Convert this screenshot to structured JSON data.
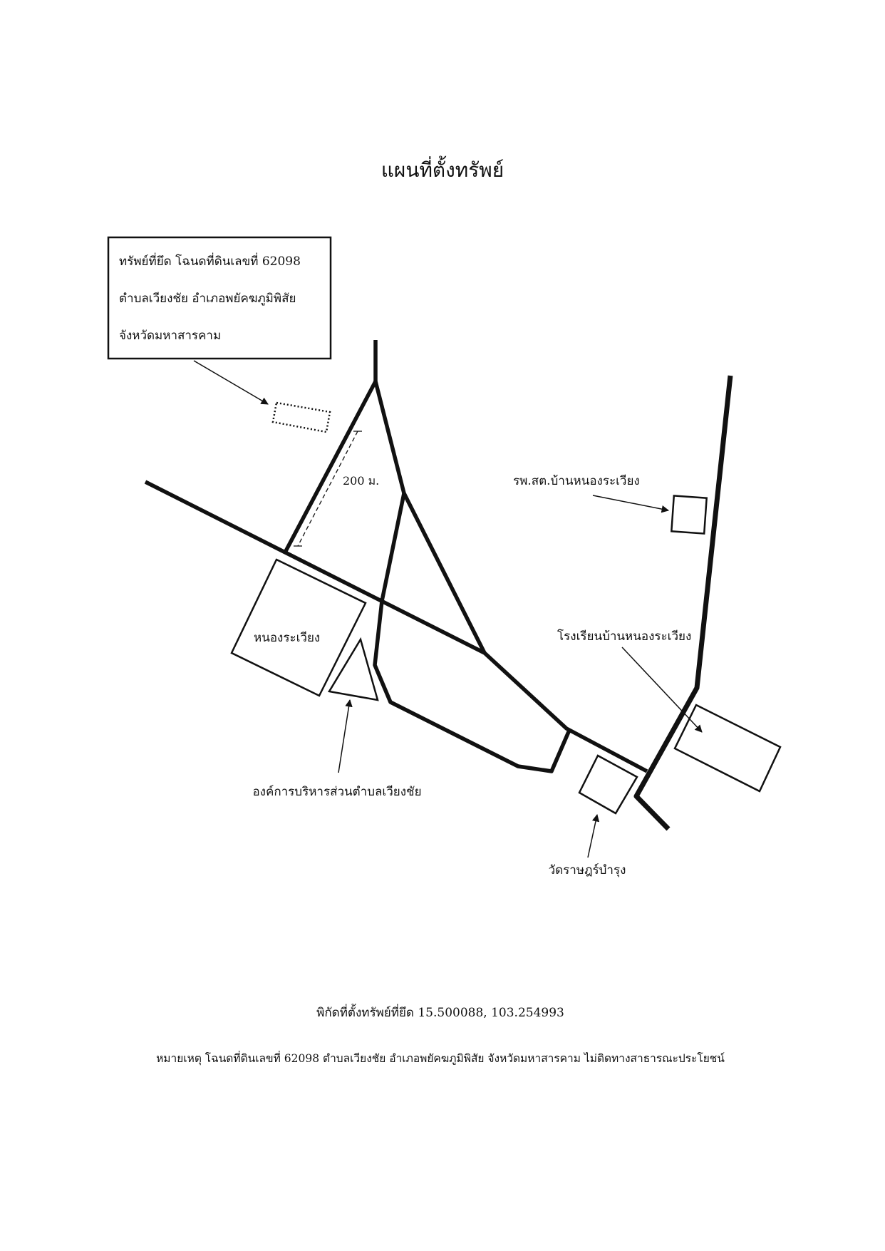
{
  "title": "แผนที่ตั้งทรัพย์",
  "property_box": {
    "line1": "ทรัพย์ที่ยึด  โฉนดที่ดินเลขที่ 62098",
    "line2": "ตำบลเวียงชัย อำเภอพยัคฆภูมิพิสัย",
    "line3": "จังหวัดมหาสารคาม"
  },
  "labels": {
    "distance": "200 ม.",
    "health_center": "รพ.สต.บ้านหนองระเวียง",
    "pond": "หนองระเวียง",
    "school": "โรงเรียนบ้านหนองระเวียง",
    "tao": "องค์การบริหารส่วนตำบลเวียงชัย",
    "temple": "วัดราษฎร์บำรุง"
  },
  "coordinates_text": "พิกัดที่ตั้งทรัพย์ที่ยึด 15.500088, 103.254993",
  "remark": "หมายเหตุ โฉนดที่ดินเลขที่ 62098 ตำบลเวียงชัย อำเภอพยัคฆภูมิพิสัย จังหวัดมหาสารคาม ไม่ติดทางสาธารณะประโยชน์",
  "colors": {
    "ink": "#111111",
    "background": "#ffffff"
  }
}
